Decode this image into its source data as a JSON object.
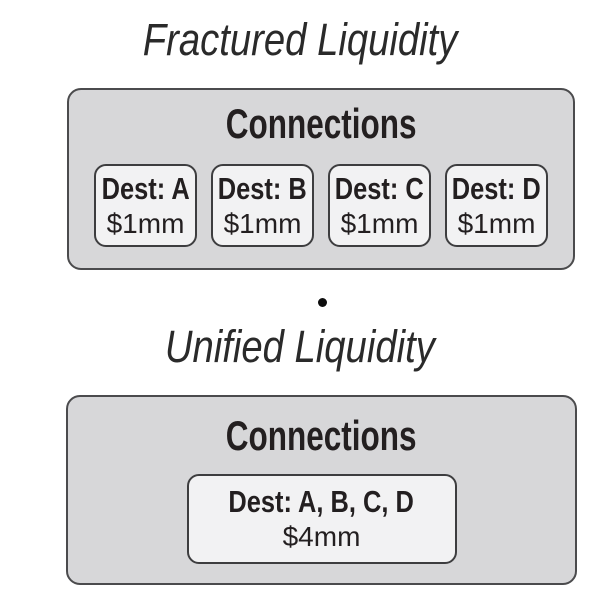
{
  "colors": {
    "background": "#ffffff",
    "panel_fill": "#d7d7d9",
    "panel_border": "#4b4b4d",
    "node_fill": "#f2f2f3",
    "node_border": "#3d3d3f",
    "text": "#231f20",
    "title_text": "#2a2a2a"
  },
  "icons": {
    "separator_dot": "black filled circle between the two sections"
  },
  "sections": [
    {
      "title": "Fractured Liquidity",
      "panel_title": "Connections",
      "nodes": [
        {
          "dest": "Dest: A",
          "amount": "$1mm"
        },
        {
          "dest": "Dest: B",
          "amount": "$1mm"
        },
        {
          "dest": "Dest: C",
          "amount": "$1mm"
        },
        {
          "dest": "Dest: D",
          "amount": "$1mm"
        }
      ]
    },
    {
      "title": "Unified Liquidity",
      "panel_title": "Connections",
      "nodes": [
        {
          "dest": "Dest: A, B, C, D",
          "amount": "$4mm"
        }
      ]
    }
  ]
}
